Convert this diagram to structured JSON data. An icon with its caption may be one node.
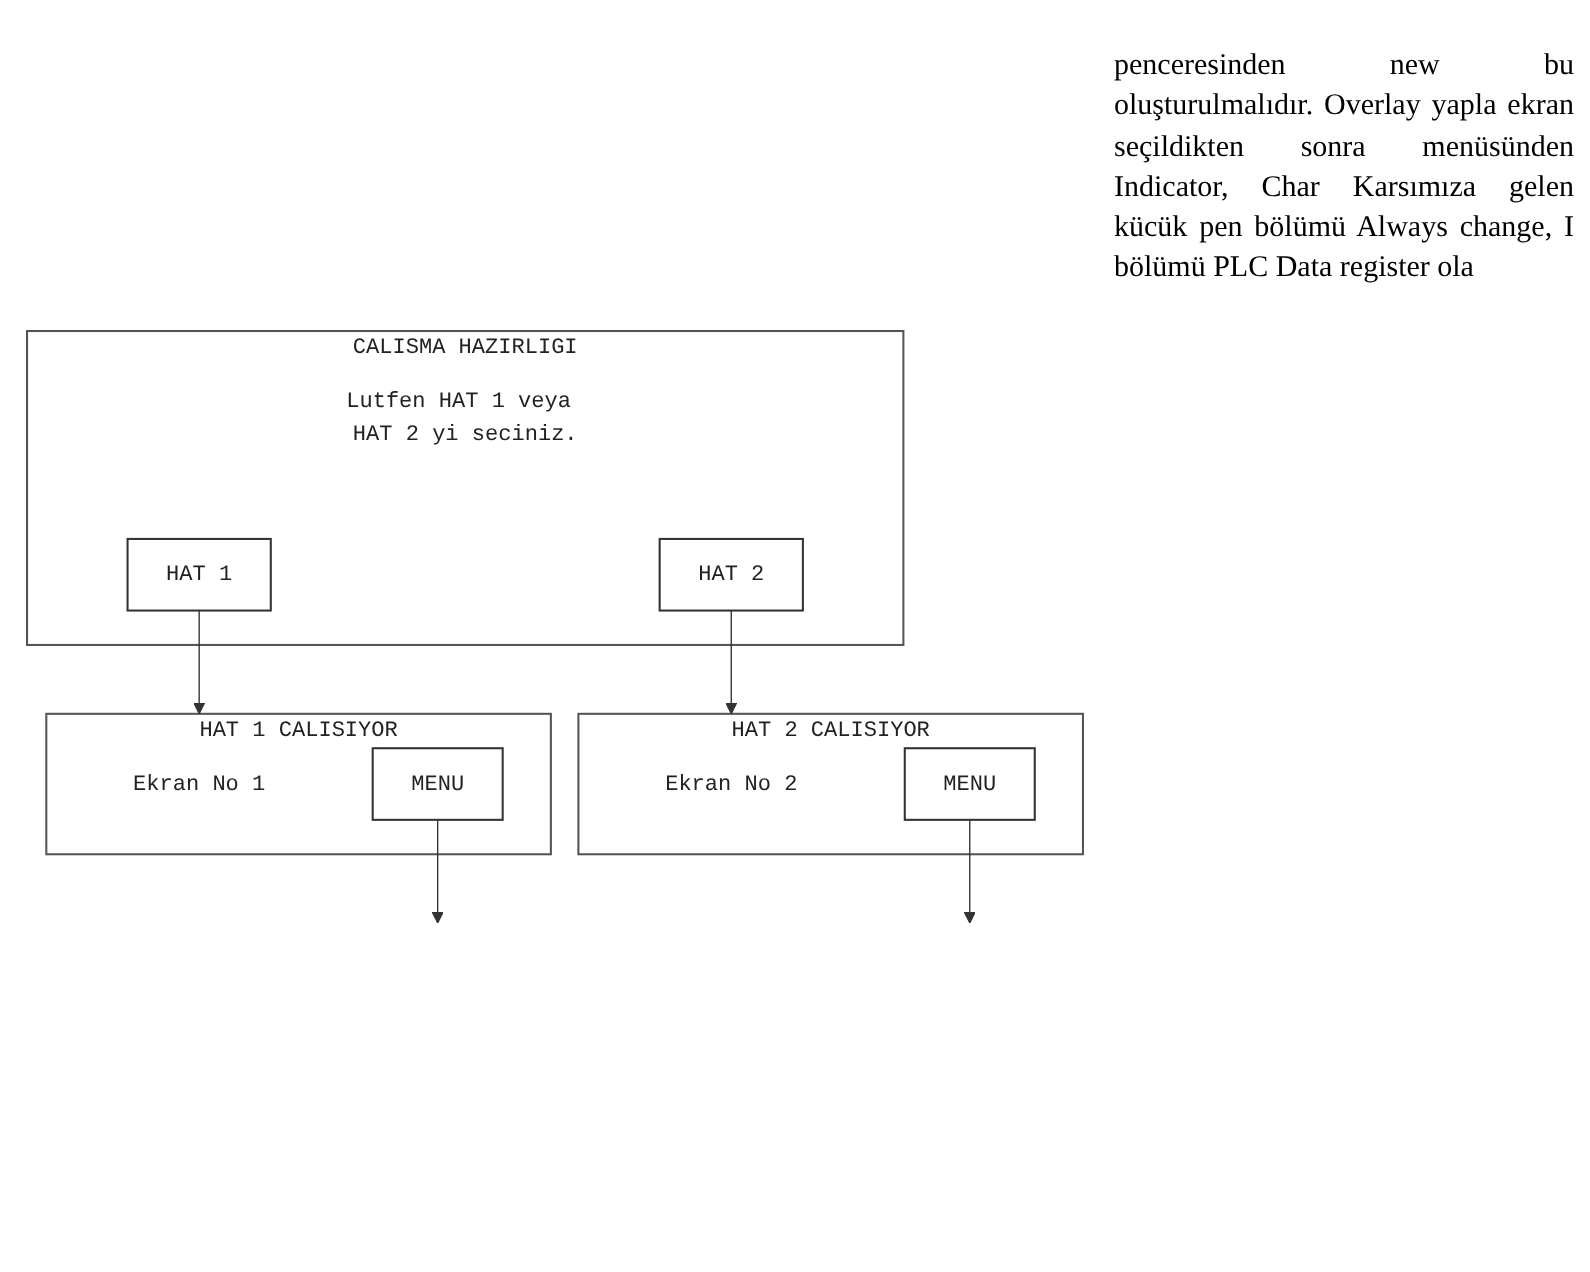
{
  "diagram": {
    "nodes": [
      {
        "text": [
          "CALISMA HAZIRLIGI",
          "Lutfen HAT 1 veya HAT 2 yi seciniz."
        ]
      },
      {
        "text": [
          "HAT 1"
        ],
        "in": 0
      },
      {
        "text": [
          "HAT 2"
        ],
        "in": 0
      },
      {
        "text": [
          "HAT 1 CALISIYOR",
          "Ekran No 1"
        ]
      },
      {
        "text": [
          "MENU"
        ],
        "in": 3
      },
      {
        "text": [
          "HAT 2 CALISIYOR",
          "Ekran No 2"
        ]
      },
      {
        "text": [
          "MENU"
        ],
        "in": 5
      }
    ],
    "edges": [
      {
        "from": 1,
        "to": 3,
        "arrow": "to"
      },
      {
        "from": 2,
        "to": 5,
        "arrow": "to"
      },
      {
        "from": 4,
        "to": null,
        "arrow": "to"
      },
      {
        "from": 6,
        "to": null,
        "arrow": "to"
      }
    ],
    "labels": [
      "penceresinden new bu oluşturulmalıdır. Overlay yapla ekran seçildikten sonra menüsünden Indicator, Char Karsımıza gelen kücük pen bölümü Always change, I bölümü PLC Data register ola"
    ]
  }
}
